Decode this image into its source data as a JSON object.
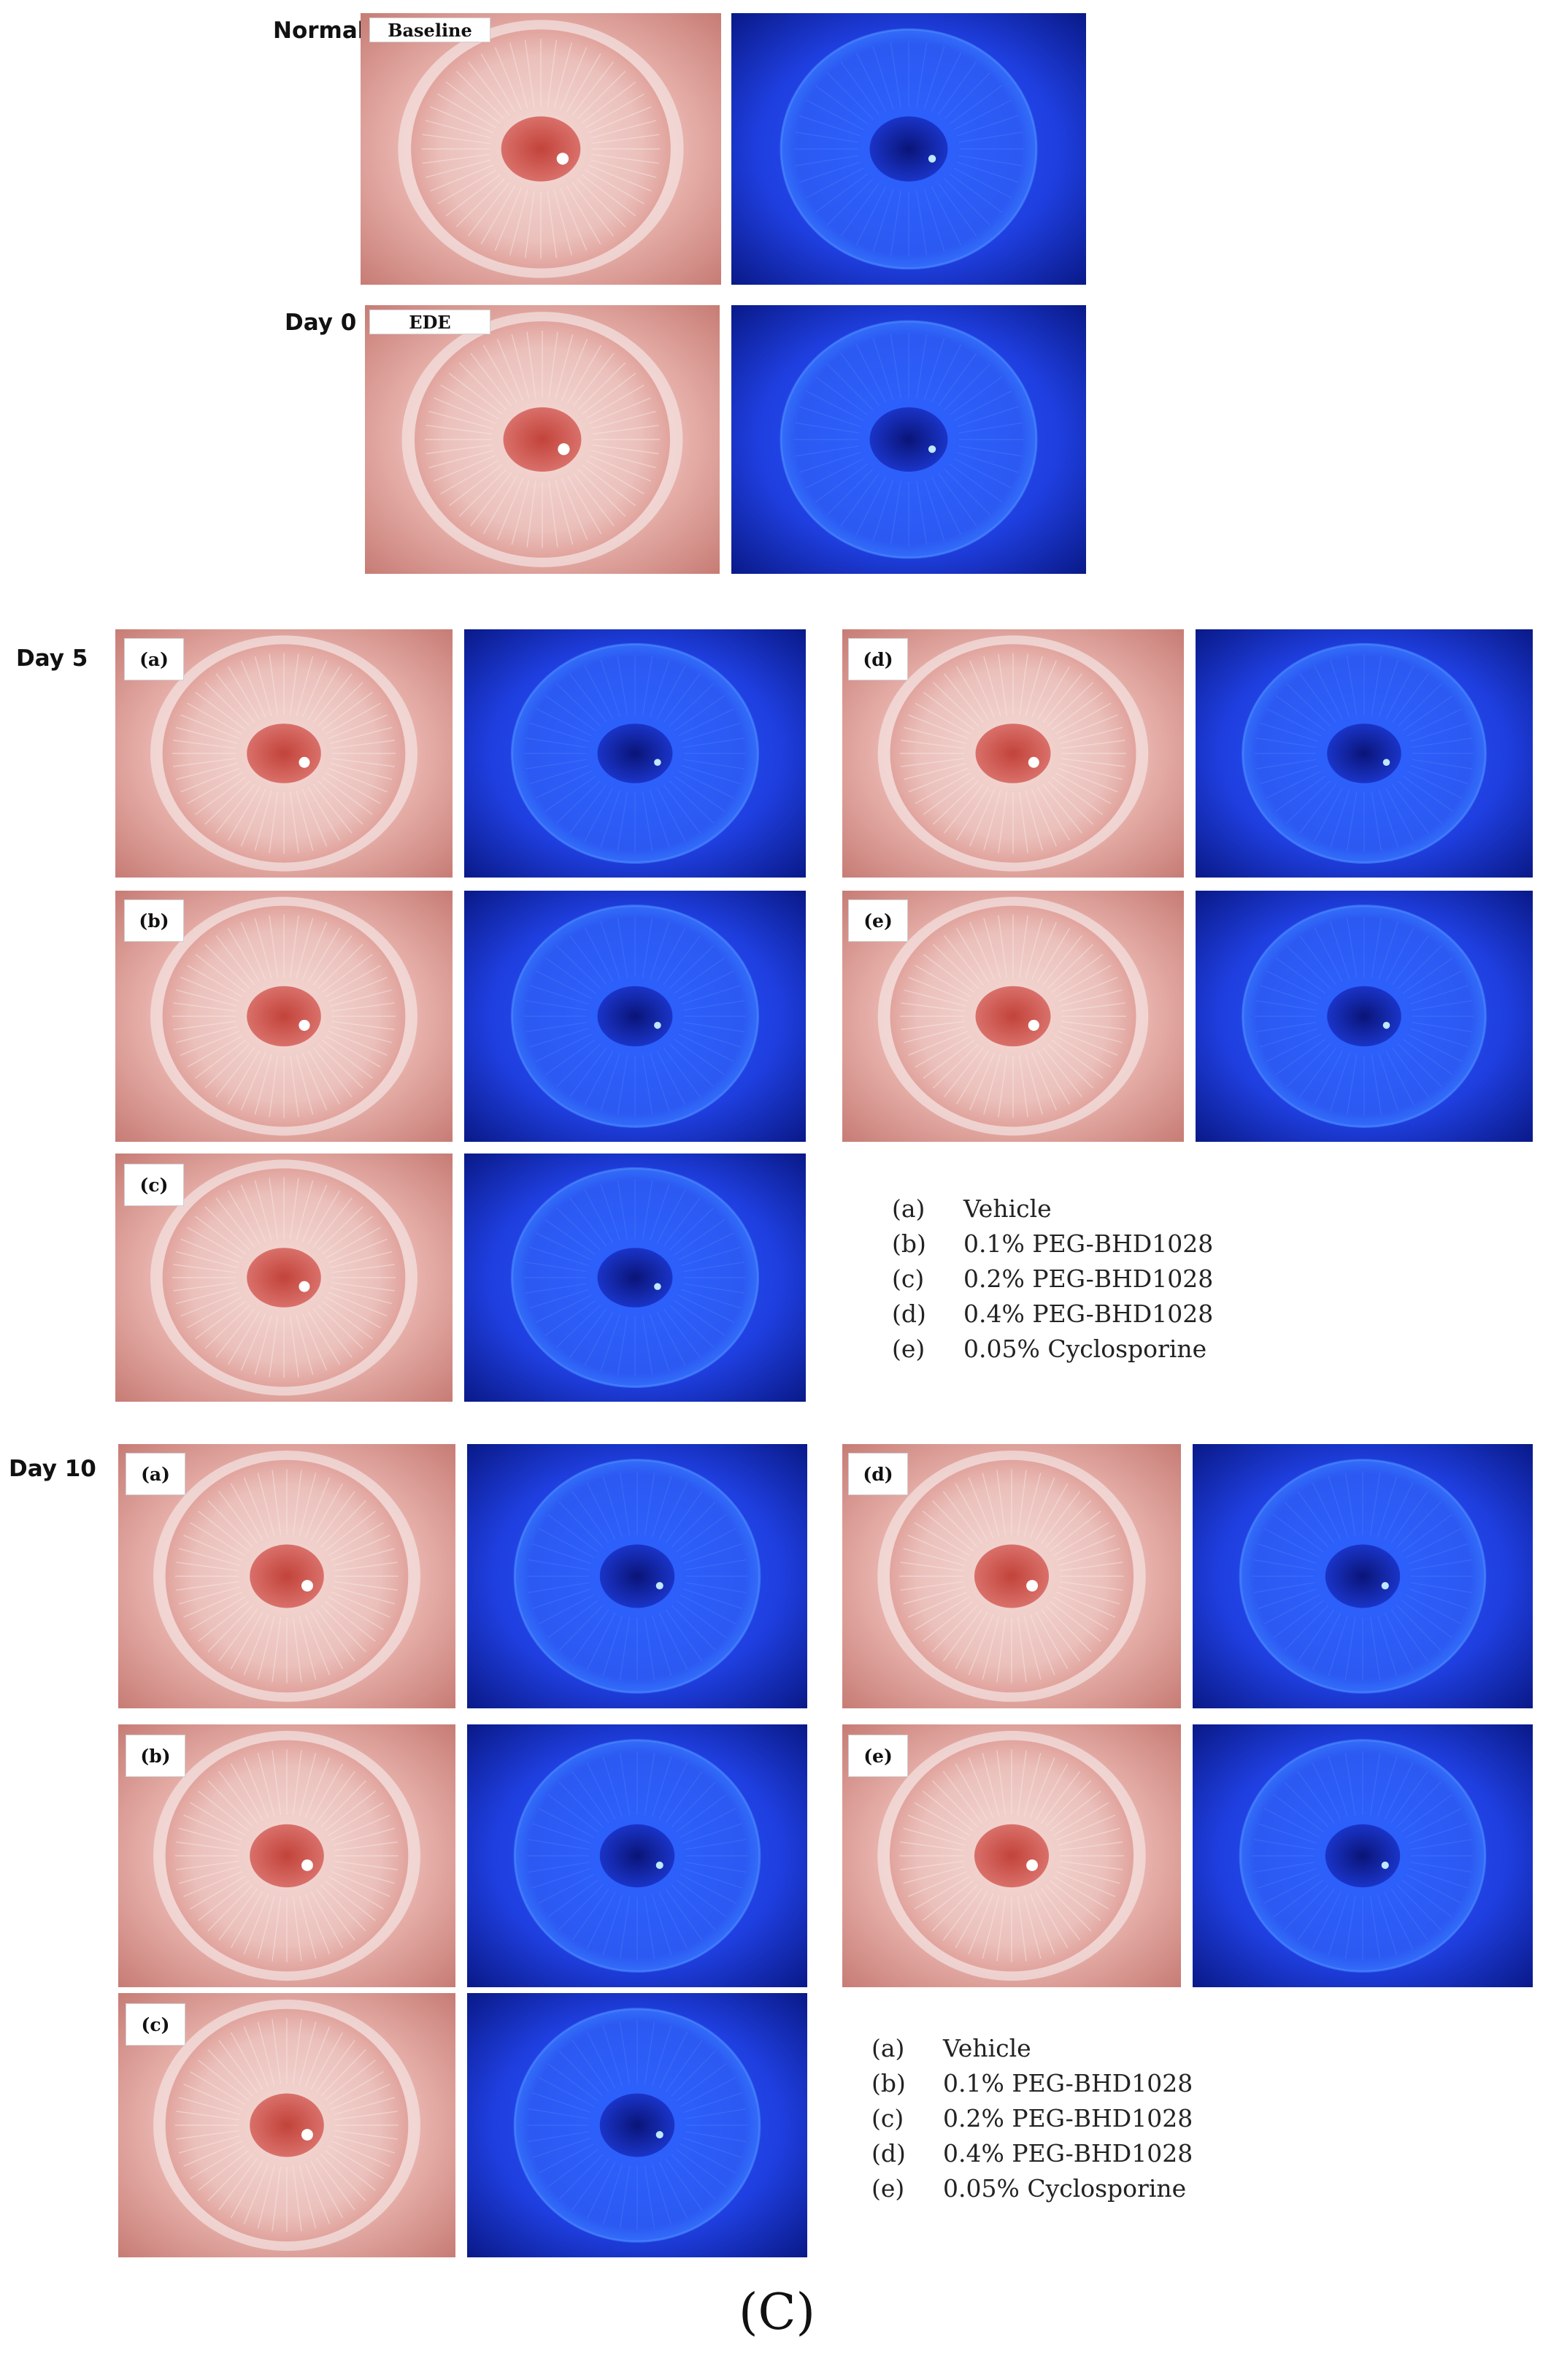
{
  "rows": {
    "normal": "Normal",
    "day0": "Day 0",
    "day5": "Day 5",
    "day10": "Day 10"
  },
  "tags": {
    "baseline": "Baseline",
    "ede": "EDE",
    "a": "(a)",
    "b": "(b)",
    "c": "(c)",
    "d": "(d)",
    "e": "(e)"
  },
  "legend": [
    {
      "key": "(a)",
      "label": "Vehicle"
    },
    {
      "key": "(b)",
      "label": "0.1% PEG-BHD1028"
    },
    {
      "key": "(c)",
      "label": "0.2% PEG-BHD1028"
    },
    {
      "key": "(d)",
      "label": "0.4% PEG-BHD1028"
    },
    {
      "key": "(e)",
      "label": "0.05% Cyclosporine"
    }
  ],
  "figure_label": "(C)",
  "colors": {
    "white_light_eye": "#d98a85",
    "fluorescein_eye": "#1f3fe0"
  }
}
